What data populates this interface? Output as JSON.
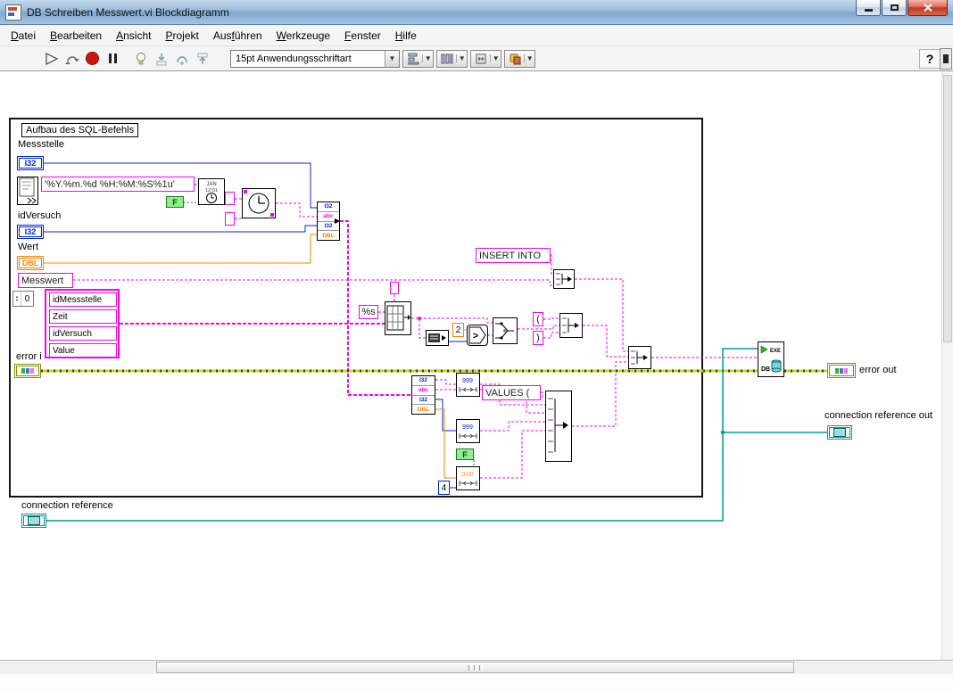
{
  "window": {
    "title": "DB Schreiben Messwert.vi Blockdiagramm"
  },
  "menubar": {
    "items": [
      {
        "pre": "",
        "key": "D",
        "post": "atei"
      },
      {
        "pre": "",
        "key": "B",
        "post": "earbeiten"
      },
      {
        "pre": "",
        "key": "A",
        "post": "nsicht"
      },
      {
        "pre": "",
        "key": "P",
        "post": "rojekt"
      },
      {
        "pre": "Aus",
        "key": "f",
        "post": "ühren"
      },
      {
        "pre": "",
        "key": "W",
        "post": "erkzeuge"
      },
      {
        "pre": "",
        "key": "F",
        "post": "enster"
      },
      {
        "pre": "",
        "key": "H",
        "post": "ilfe"
      }
    ]
  },
  "toolbar": {
    "font_selector": "15pt Anwendungsschriftart",
    "help_label": "?"
  },
  "icons": {
    "exe": "EXE",
    "db": "DB",
    "gt": ">",
    "int_pattern": "999",
    "frac_pattern": "0.00",
    "clock_month": "JAN",
    "clock_time": "12:01"
  },
  "diagram": {
    "frame_label": "Aufbau des SQL-Befehls",
    "messstelle_label": "Messstelle",
    "idversuch_label": "idVersuch",
    "wert_label": "Wert",
    "messwert_const": "Messwert",
    "type_i32": "I32",
    "type_dbl": "DBL",
    "format_string": "'%Y.%m.%d %H:%M:%S%1u'",
    "bool_false": "F",
    "array_index": "0",
    "cluster_fields": [
      "idMessstelle",
      "Zeit",
      "idVersuch",
      "Value"
    ],
    "error_in_label": "error i",
    "insert_into_const": "INSERT INTO",
    "percent_s_const": "%s",
    "const_two": "2",
    "paren_open": "(",
    "paren_close": ")",
    "values_const": "VALUES (",
    "const_four": "4",
    "error_out_label": "error out",
    "conn_ref_out_label": "connection reference out",
    "conn_ref_label": "connection reference",
    "bundle_rows": [
      "I32",
      "abc",
      "I32",
      "DBL"
    ]
  }
}
